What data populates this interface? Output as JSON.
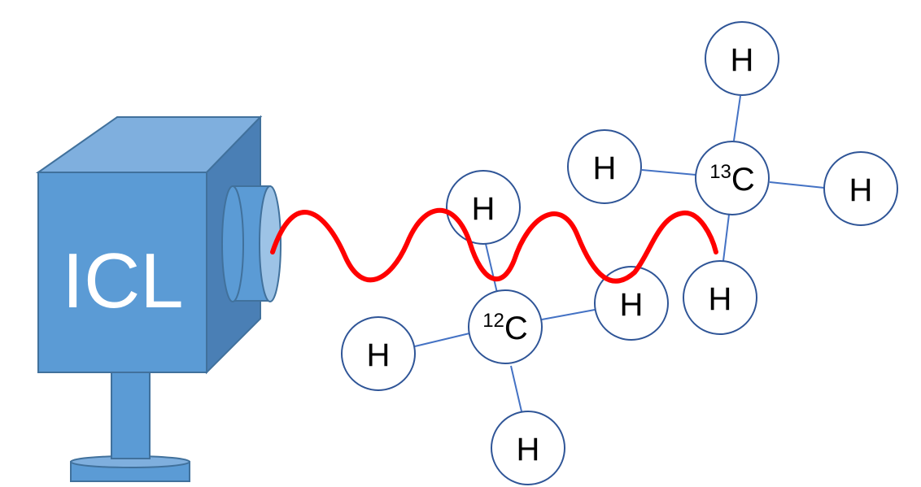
{
  "device": {
    "label": "ICL"
  },
  "molecule_12c": {
    "carbon_mass": "12",
    "carbon_symbol": "C",
    "hydrogens": [
      "H",
      "H",
      "H",
      "H"
    ]
  },
  "molecule_13c": {
    "carbon_mass": "13",
    "carbon_symbol": "C",
    "hydrogens": [
      "H",
      "H",
      "H",
      "H"
    ]
  },
  "colors": {
    "device_front": "#5B9BD5",
    "device_top": "#7FAFDE",
    "device_side": "#4A7FB5",
    "device_outline": "#41719C",
    "beam": "#FF0000",
    "atom_outline": "#2F5597",
    "bond": "#4472C4"
  }
}
